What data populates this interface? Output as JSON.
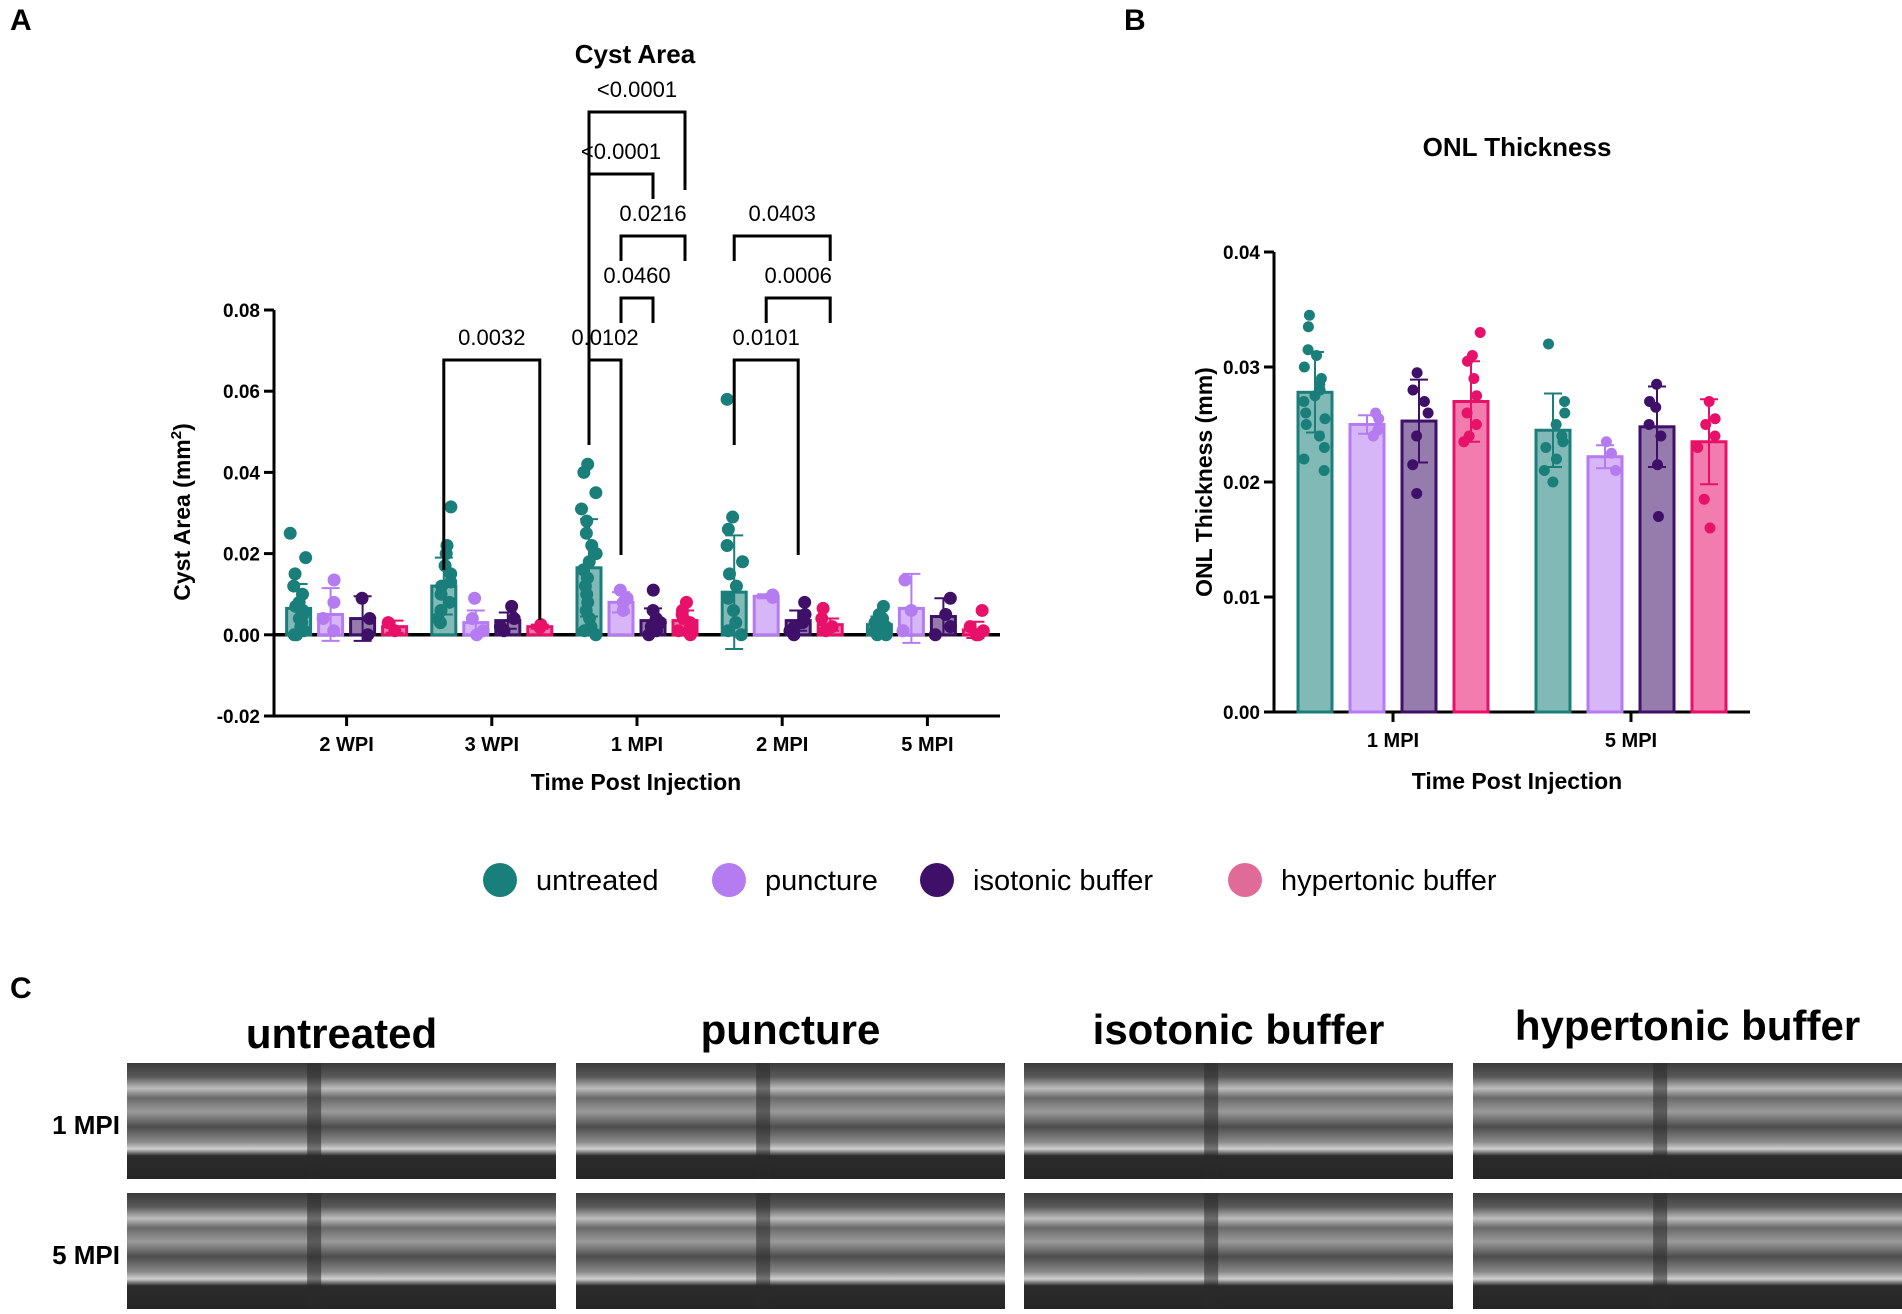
{
  "panels": {
    "a": "A",
    "b": "B",
    "c": "C"
  },
  "colors": {
    "untreated": "#1a7f7a",
    "puncture": "#b57bf0",
    "isotonic buffer": "#3f1068",
    "hypertonic buffer": "#e8116a"
  },
  "legend": [
    {
      "label": "untreated",
      "color": "#1a7f7a"
    },
    {
      "label": "puncture",
      "color": "#b57bf0"
    },
    {
      "label": "isotonic buffer",
      "color": "#3f1068"
    },
    {
      "label": "hypertonic buffer",
      "color": "#e06a98"
    }
  ],
  "chart_data": [
    {
      "panel": "A",
      "type": "bar",
      "title": "Cyst Area",
      "xlabel": "Time Post Injection",
      "ylabel": "Cyst Area (mm",
      "ylabel_sup": "2",
      "ylabel_end": ")",
      "ylim": [
        -0.02,
        0.08
      ],
      "yticks": [
        "0.08",
        "0.06",
        "0.04",
        "0.02",
        "0.00",
        "-0.02"
      ],
      "ytick_values": [
        0.08,
        0.06,
        0.04,
        0.02,
        0.0,
        -0.02
      ],
      "categories": [
        "2 WPI",
        "3 WPI",
        "1 MPI",
        "2 MPI",
        "5 MPI"
      ],
      "series": [
        {
          "name": "untreated",
          "values": [
            0.0065,
            0.012,
            0.0165,
            0.0105,
            0.0025
          ],
          "sd": [
            0.006,
            0.007,
            0.012,
            0.014,
            0.002
          ],
          "points": [
            [
              0.025,
              0.019,
              0.015,
              0.012,
              0.01,
              0.008,
              0.007,
              0.006,
              0.005,
              0.004,
              0.003,
              0.002,
              0.001,
              0.0,
              0.0
            ],
            [
              0.0315,
              0.022,
              0.02,
              0.017,
              0.015,
              0.013,
              0.012,
              0.01,
              0.008,
              0.006,
              0.004,
              0.003
            ],
            [
              0.042,
              0.04,
              0.035,
              0.031,
              0.028,
              0.025,
              0.022,
              0.02,
              0.018,
              0.016,
              0.014,
              0.012,
              0.01,
              0.008,
              0.006,
              0.004,
              0.002,
              0.001,
              0.0
            ],
            [
              0.058,
              0.029,
              0.026,
              0.022,
              0.018,
              0.015,
              0.012,
              0.009,
              0.006,
              0.003,
              0.001,
              0.0
            ],
            [
              0.007,
              0.005,
              0.004,
              0.003,
              0.002,
              0.001,
              0.0,
              0.0
            ]
          ]
        },
        {
          "name": "puncture",
          "values": [
            0.005,
            0.003,
            0.008,
            0.0095,
            0.0065
          ],
          "sd": [
            0.0065,
            0.003,
            0.0025,
            0.0005,
            0.0085
          ],
          "points": [
            [
              0.0135,
              0.008,
              0.004,
              0.001
            ],
            [
              0.009,
              0.004,
              0.001,
              0.0
            ],
            [
              0.011,
              0.009,
              0.008,
              0.006
            ],
            [
              0.0098,
              0.0092
            ],
            [
              0.0135,
              0.006,
              0.001
            ]
          ]
        },
        {
          "name": "isotonic buffer",
          "values": [
            0.004,
            0.0035,
            0.0035,
            0.0035,
            0.0045
          ],
          "sd": [
            0.0055,
            0.002,
            0.003,
            0.0025,
            0.0045
          ],
          "points": [
            [
              0.009,
              0.004,
              0.0
            ],
            [
              0.007,
              0.004,
              0.002,
              0.001
            ],
            [
              0.011,
              0.006,
              0.004,
              0.003,
              0.002,
              0.001,
              0.0
            ],
            [
              0.008,
              0.005,
              0.003,
              0.002,
              0.001,
              0.0
            ],
            [
              0.009,
              0.005,
              0.002,
              0.0
            ]
          ]
        },
        {
          "name": "hypertonic buffer",
          "values": [
            0.002,
            0.002,
            0.0035,
            0.0025,
            0.0012
          ],
          "sd": [
            0.0015,
            0.0005,
            0.0025,
            0.0015,
            0.002
          ],
          "points": [
            [
              0.003,
              0.001
            ],
            [
              0.0025,
              0.0018
            ],
            [
              0.008,
              0.006,
              0.005,
              0.004,
              0.003,
              0.002,
              0.001,
              0.0
            ],
            [
              0.0065,
              0.004,
              0.002,
              0.001
            ],
            [
              0.006,
              0.002,
              0.001,
              0.0,
              0.0
            ]
          ]
        }
      ],
      "comparisons": [
        {
          "label": "<0.0001",
          "category": "1 MPI",
          "from": 0,
          "to": 3
        },
        {
          "label": "<0.0001",
          "category": "1 MPI",
          "from": 0,
          "to": 2
        },
        {
          "label": "0.0216",
          "category": "1 MPI",
          "from": 1,
          "to": 3
        },
        {
          "label": "0.0460",
          "category": "1 MPI",
          "from": 1,
          "to": 2
        },
        {
          "label": "0.0102",
          "category": "1 MPI",
          "from": 0,
          "to": 1
        },
        {
          "label": "0.0032",
          "category": "3 WPI",
          "from": 0,
          "to": 3
        },
        {
          "label": "0.0403",
          "category": "2 MPI",
          "from": 0,
          "to": 3
        },
        {
          "label": "0.0006",
          "category": "2 MPI",
          "from": 1,
          "to": 3
        },
        {
          "label": "0.0101",
          "category": "2 MPI",
          "from": 0,
          "to": 2
        }
      ]
    },
    {
      "panel": "B",
      "type": "bar",
      "title": "ONL Thickness",
      "xlabel": "Time Post Injection",
      "ylabel": "ONL Thickness (mm)",
      "ylim": [
        0,
        0.04
      ],
      "yticks": [
        "0.04",
        "0.03",
        "0.02",
        "0.01",
        "0.00"
      ],
      "ytick_values": [
        0.04,
        0.03,
        0.02,
        0.01,
        0.0
      ],
      "categories": [
        "1 MPI",
        "5 MPI"
      ],
      "series": [
        {
          "name": "untreated",
          "values": [
            0.0278,
            0.0245
          ],
          "sd": [
            0.0035,
            0.0032
          ],
          "points": [
            [
              0.0345,
              0.0335,
              0.0315,
              0.031,
              0.03,
              0.029,
              0.0285,
              0.028,
              0.0275,
              0.027,
              0.026,
              0.0255,
              0.025,
              0.024,
              0.023,
              0.022,
              0.021
            ],
            [
              0.032,
              0.027,
              0.026,
              0.025,
              0.024,
              0.0235,
              0.023,
              0.022,
              0.021,
              0.02
            ]
          ]
        },
        {
          "name": "puncture",
          "values": [
            0.025,
            0.0222
          ],
          "sd": [
            0.0008,
            0.001
          ],
          "points": [
            [
              0.026,
              0.0255,
              0.0245,
              0.024
            ],
            [
              0.0235,
              0.0225,
              0.021
            ]
          ]
        },
        {
          "name": "isotonic buffer",
          "values": [
            0.0253,
            0.0248
          ],
          "sd": [
            0.0036,
            0.0035
          ],
          "points": [
            [
              0.0295,
              0.028,
              0.027,
              0.026,
              0.024,
              0.0215,
              0.019
            ],
            [
              0.0285,
              0.027,
              0.0265,
              0.025,
              0.024,
              0.0215,
              0.017
            ]
          ]
        },
        {
          "name": "hypertonic buffer",
          "values": [
            0.027,
            0.0235
          ],
          "sd": [
            0.0035,
            0.0037
          ],
          "points": [
            [
              0.033,
              0.031,
              0.0305,
              0.029,
              0.0275,
              0.026,
              0.025,
              0.024,
              0.0235
            ],
            [
              0.027,
              0.0255,
              0.025,
              0.024,
              0.023,
              0.0185,
              0.016
            ]
          ]
        }
      ]
    }
  ],
  "images": {
    "columns": [
      "untreated",
      "puncture",
      "isotonic buffer",
      "hypertonic buffer"
    ],
    "rows": [
      "1 MPI",
      "5 MPI"
    ]
  }
}
